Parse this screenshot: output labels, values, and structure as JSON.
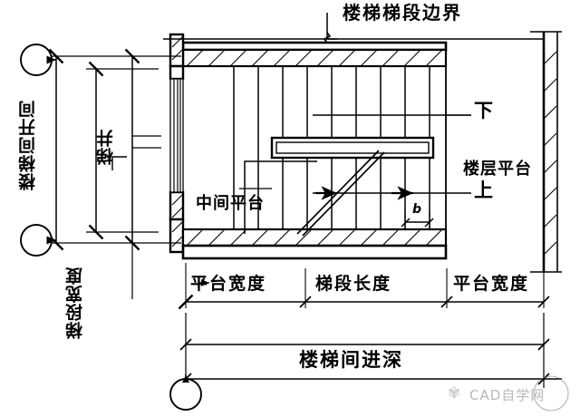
{
  "drawing": {
    "title_label": "楼梯梯段边界",
    "labels": {
      "stairwell_bay": "楼梯间开间",
      "stair_well": "梯井",
      "flight_width": "梯段宽度",
      "intermediate_landing": "中间平台",
      "floor_landing": "楼层平台",
      "down_arrow": "下",
      "up_arrow": "上",
      "tread_dim": "b",
      "landing_width_left": "平台宽度",
      "flight_length": "梯段长度",
      "landing_width_right": "平台宽度",
      "stairwell_depth": "楼梯间进深"
    },
    "axis_markers": [
      {
        "name": "axis-bubble-top-left",
        "value": ""
      },
      {
        "name": "axis-bubble-bottom-left",
        "value": ""
      },
      {
        "name": "axis-bubble-bottom",
        "value": ""
      }
    ],
    "colors": {
      "line": "#000000",
      "background": "#ffffff",
      "watermark": "#b9b9b9"
    },
    "geometry": {
      "step_count_upper": 11,
      "step_count_lower": 11,
      "stair_well_label": "梯井"
    }
  },
  "watermark": {
    "text": "CAD自学网",
    "logo_icon": "flower-logo-icon"
  }
}
